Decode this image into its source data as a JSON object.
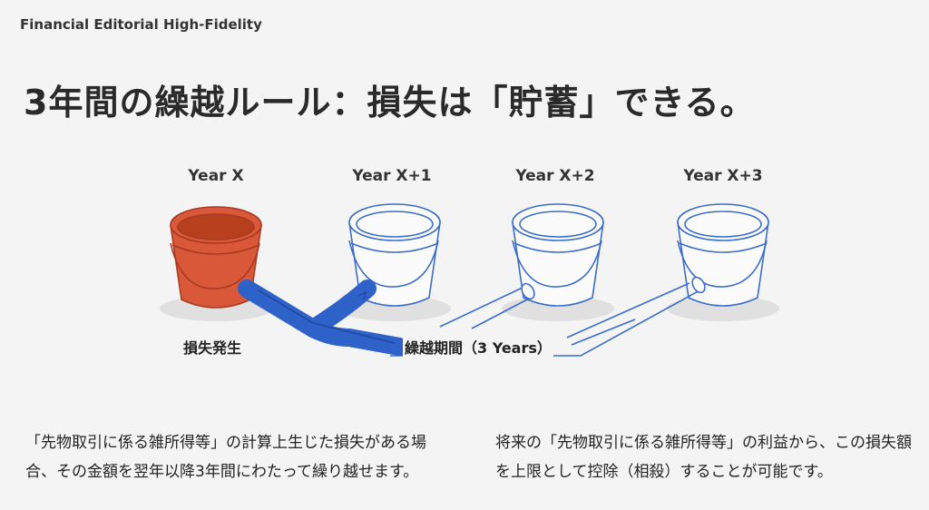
{
  "header": {
    "brand": "Financial Editorial High-Fidelity",
    "title": "3年間の繰越ルール：損失は「貯蓄」できる。"
  },
  "years": [
    "Year X",
    "Year X+1",
    "Year X+2",
    "Year X+3"
  ],
  "labels": {
    "loss": "損失発生",
    "carryover": "繰越期間（3 Years）"
  },
  "descriptions": {
    "left": "「先物取引に係る雑所得等」の計算上生じた損失がある場合、その金額を翌年以降3年間にわたって繰り越せます。",
    "right": "将来の「先物取引に係る雑所得等」の利益から、この損失額を上限として控除（相殺）することが可能です。"
  },
  "colors": {
    "loss_bucket": "#d9583a",
    "pipe": "#2f62c8",
    "outline": "#3a6cc8"
  }
}
